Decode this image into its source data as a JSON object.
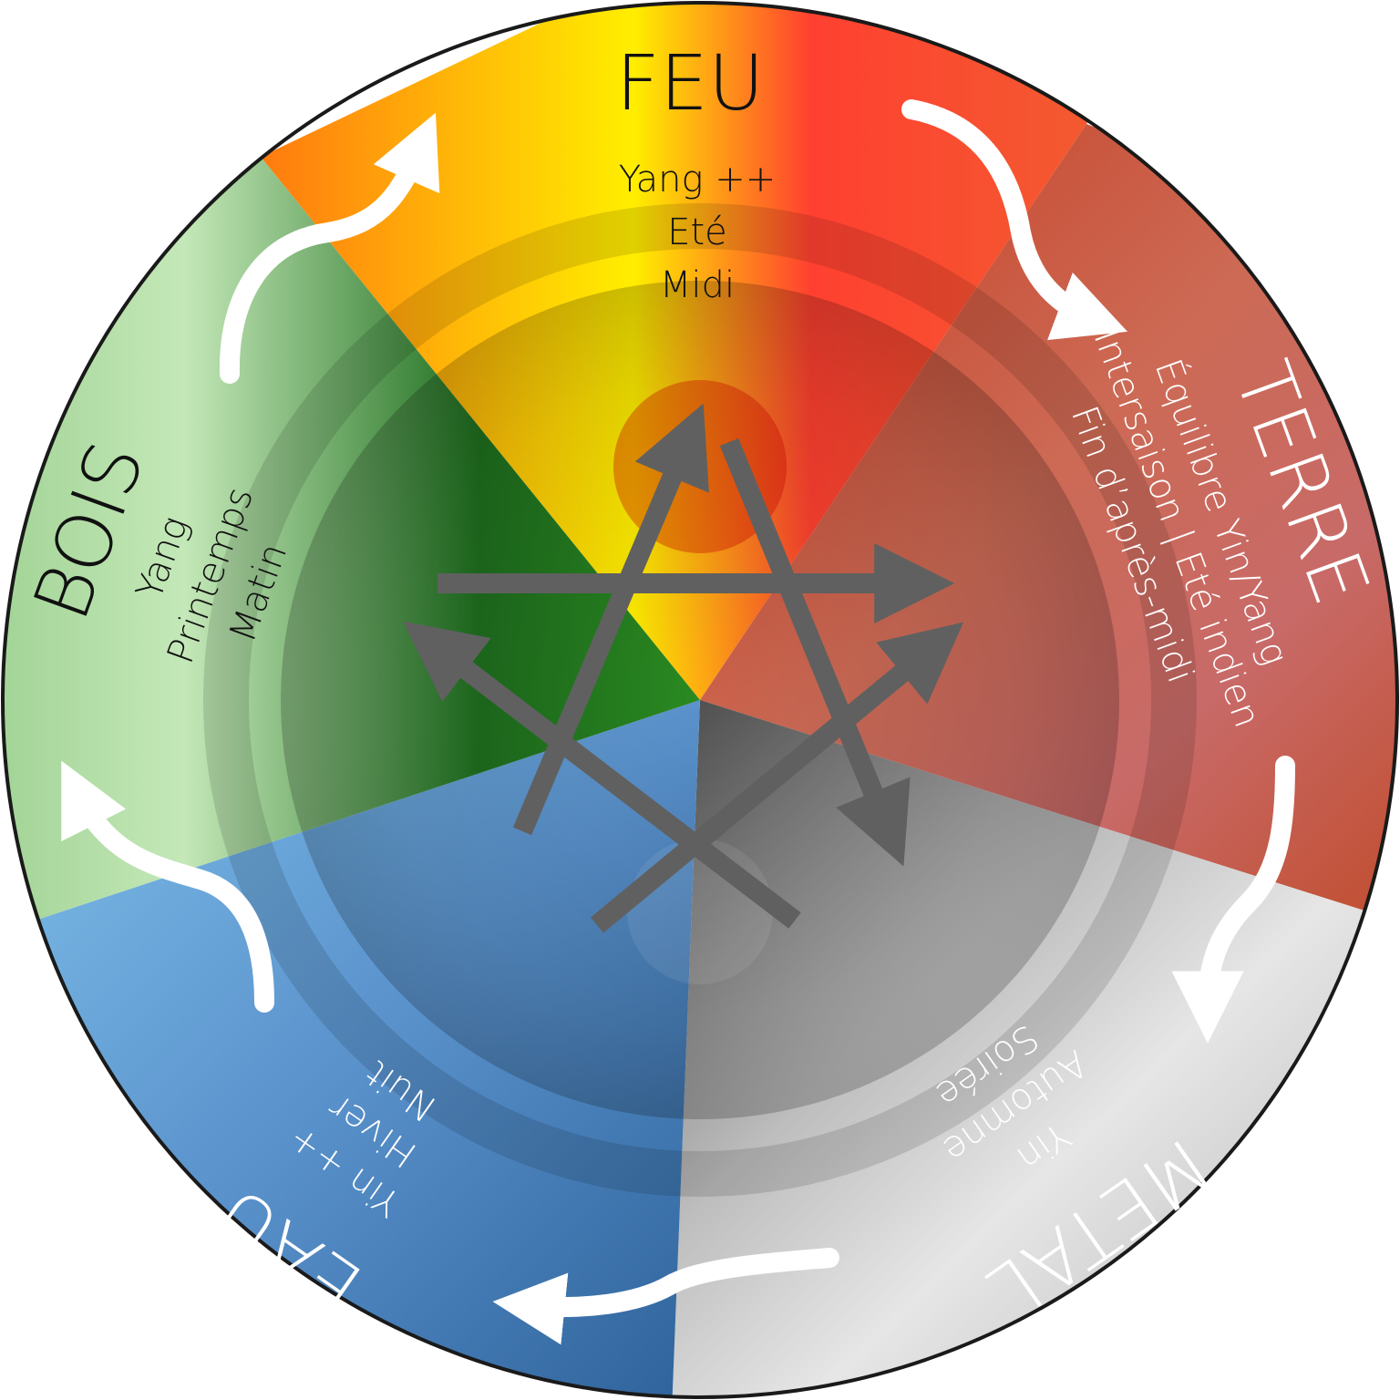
{
  "elements": {
    "feu": {
      "title": "FEU",
      "lines": [
        "Yang ++",
        "Eté",
        "Midi"
      ]
    },
    "terre": {
      "title": "TERRE",
      "lines": [
        "Équilibre Yin/Yang",
        "Intersaison | Eté indien",
        "Fin d’après-midi"
      ]
    },
    "metal": {
      "title": "MÉTAL",
      "lines": [
        "Yin",
        "Automne",
        "Soirée"
      ]
    },
    "eau": {
      "title": "EAU",
      "lines": [
        "Yin ++",
        "Hiver",
        "Nuit"
      ]
    },
    "bois": {
      "title": "BOIS",
      "lines": [
        "Yang",
        "Printemps",
        "Matin"
      ]
    }
  },
  "colors": {
    "feu": [
      "#ff8a10",
      "#ffee00",
      "#ff3a30"
    ],
    "terre": [
      "#c8321e",
      "#c86a60",
      "#6a0a05"
    ],
    "metal": [
      "#5a5a5a",
      "#d8d8d8",
      "#a8a8a8"
    ],
    "eau": [
      "#7abde8",
      "#4a80b8",
      "#1e4f85"
    ],
    "bois": [
      "#3a8a2e",
      "#c4e8b8",
      "#1e6a1e"
    ],
    "arrows": "#606060",
    "cycle_arrows": "#ffffff"
  }
}
